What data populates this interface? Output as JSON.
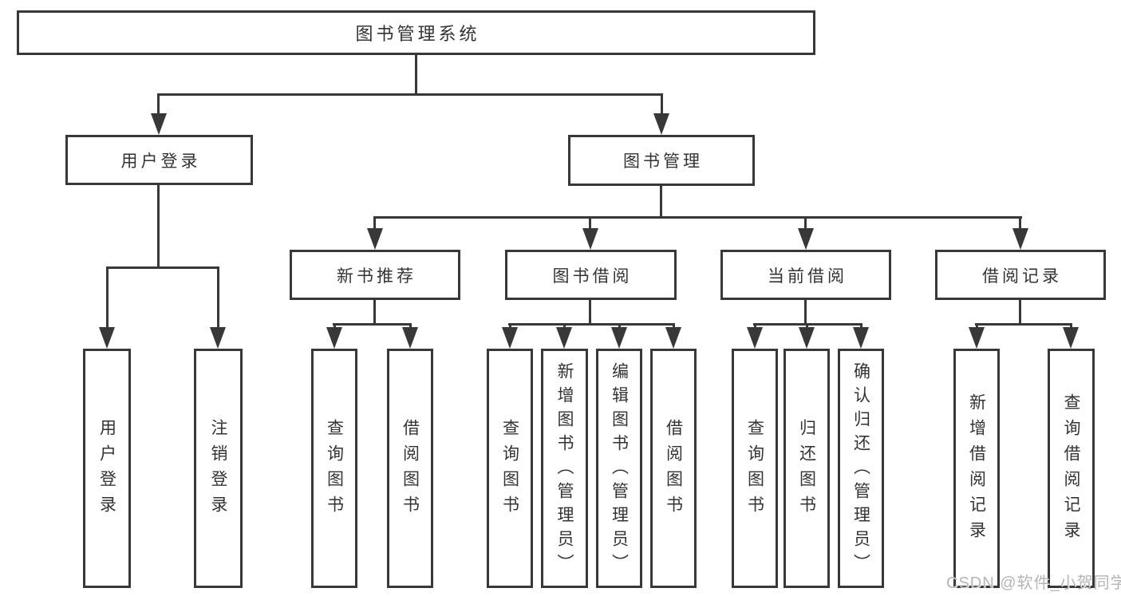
{
  "tree": {
    "root": {
      "label": "图书管理系统"
    },
    "l2": [
      {
        "label": "用户登录",
        "leaves": [
          "用户登录",
          "注销登录"
        ]
      },
      {
        "label": "图书管理",
        "groups": [
          {
            "label": "新书推荐",
            "leaves": [
              "查询图书",
              "借阅图书"
            ]
          },
          {
            "label": "图书借阅",
            "leaves": [
              "查询图书",
              "新增图书（管理员）",
              "编辑图书（管理员）",
              "借阅图书"
            ]
          },
          {
            "label": "当前借阅",
            "leaves": [
              "查询图书",
              "归还图书",
              "确认归还（管理员）"
            ]
          },
          {
            "label": "借阅记录",
            "leaves": [
              "新增借阅记录",
              "查询借阅记录"
            ]
          }
        ]
      }
    ]
  },
  "watermark": {
    "text": "CSDN @软件_小贺同学"
  },
  "colors": {
    "line": "#383838",
    "text": "#333333",
    "watermark": "#b5b5b5",
    "background": "#ffffff"
  }
}
